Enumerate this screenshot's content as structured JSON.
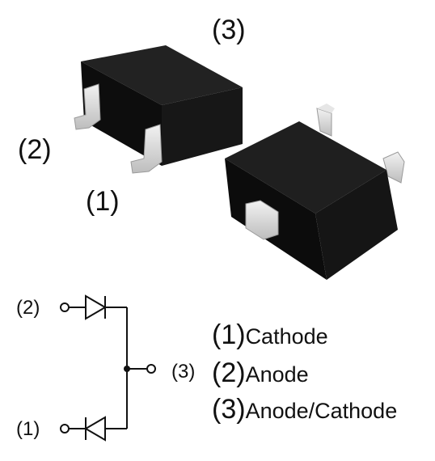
{
  "package_labels": {
    "pin3": "(3)",
    "pin2": "(2)",
    "pin1": "(1)"
  },
  "schematic_labels": {
    "pin2": "(2)",
    "pin3": "(3)",
    "pin1": "(1)"
  },
  "legend": [
    {
      "num": "(1)",
      "name": "Cathode"
    },
    {
      "num": "(2)",
      "name": "Anode"
    },
    {
      "num": "(3)",
      "name": "Anode/Cathode"
    }
  ],
  "colors": {
    "body": "#141414",
    "body_top": "#1e1e1e",
    "lead": "#d7d7d7",
    "line": "#111111"
  }
}
